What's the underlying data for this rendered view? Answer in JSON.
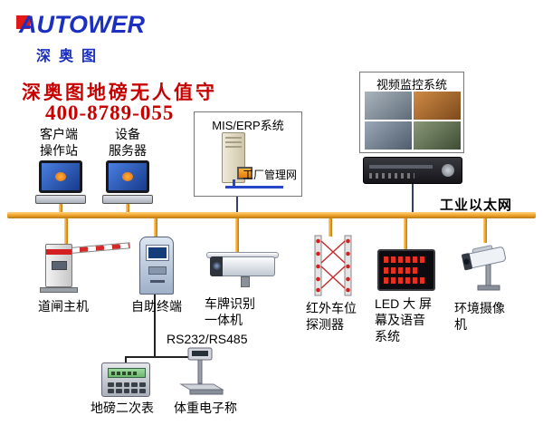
{
  "logo": {
    "brand": "AUTOWER",
    "sub": "深奥图"
  },
  "header": {
    "title": "深奥图地磅无人值守",
    "phone": "400-8789-055"
  },
  "colors": {
    "accent_red": "#c80000",
    "brand_blue": "#1b2fc0",
    "bus_orange": "#f2a32b",
    "net_blue": "#2547c8"
  },
  "nodes": {
    "client": {
      "line1": "客户端",
      "line2": "操作站"
    },
    "server": {
      "line1": "设备",
      "line2": "服务器"
    },
    "mis": {
      "title": "MIS/ERP系统",
      "net_label": "工厂管理网"
    },
    "video": {
      "title": "视频监控系统"
    },
    "bus": {
      "label": "工业以太网"
    },
    "barrier": {
      "label": "道闸主机"
    },
    "kiosk": {
      "label": "自助终端"
    },
    "plate_cam": {
      "line1": "车牌识别",
      "line2": "一体机"
    },
    "infrared": {
      "line1": "红外车位",
      "line2": "探测器"
    },
    "led": {
      "line1": "LED 大 屏",
      "line2": "幕及语音",
      "line3": "系统"
    },
    "env_cam": {
      "line1": "环境摄像",
      "line2": "机"
    },
    "serial": {
      "label": "RS232/RS485"
    },
    "meter": {
      "label": "地磅二次表"
    },
    "scale": {
      "label": "体重电子称"
    }
  }
}
